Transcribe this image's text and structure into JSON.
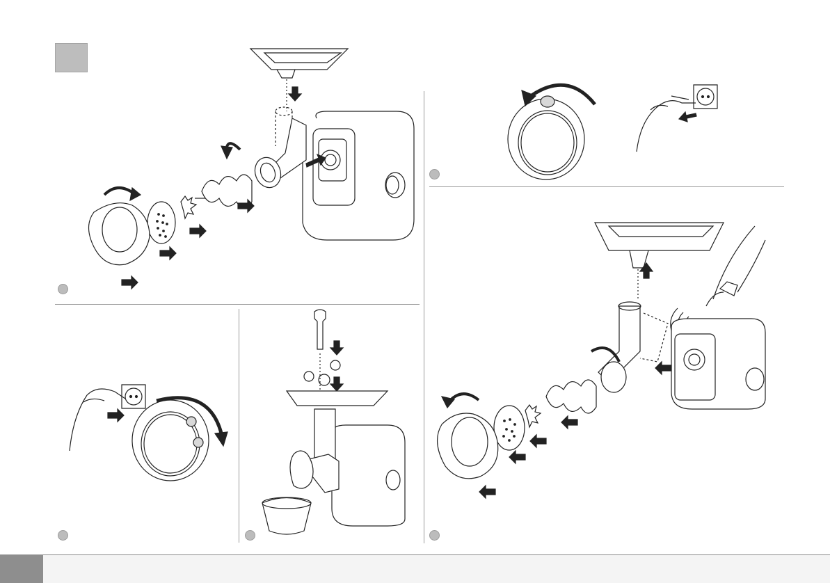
{
  "colors": {
    "panel_gray": "#bdbdbd",
    "footer_tab": "#8e8e8e",
    "line": "#222222"
  },
  "icons": [
    "hand-icon",
    "wall-socket-icon",
    "rotate-arrow-icon",
    "push-arrow-icon",
    "sound-waves-icon"
  ],
  "steps": [
    {
      "id": "step-assemble",
      "illustration": "meat-grinder-assembly"
    },
    {
      "id": "step-remove-lock",
      "illustration": "locking-ring-rotate"
    },
    {
      "id": "step-plug-in",
      "illustration": "plug-socket-rotate"
    },
    {
      "id": "step-feed",
      "illustration": "tray-pusher-bowl"
    },
    {
      "id": "step-disassemble",
      "illustration": "meat-grinder-disassembly"
    }
  ]
}
